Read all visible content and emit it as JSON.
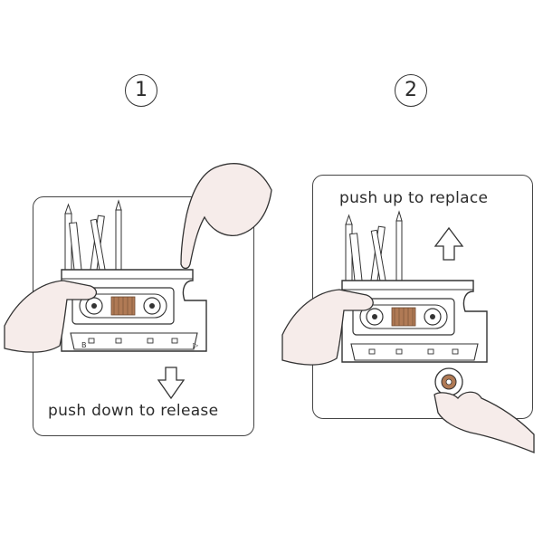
{
  "steps": [
    {
      "number": "1",
      "caption": "push down to release",
      "arrow": "down"
    },
    {
      "number": "2",
      "caption": "push up to replace",
      "arrow": "up"
    }
  ],
  "cassette_labels": {
    "left_mark": "B",
    "right_mark": "▷"
  },
  "colors": {
    "line": "#333333",
    "skin": "#f6ecea",
    "tape": "#b07a55",
    "panel_border": "#444444"
  }
}
